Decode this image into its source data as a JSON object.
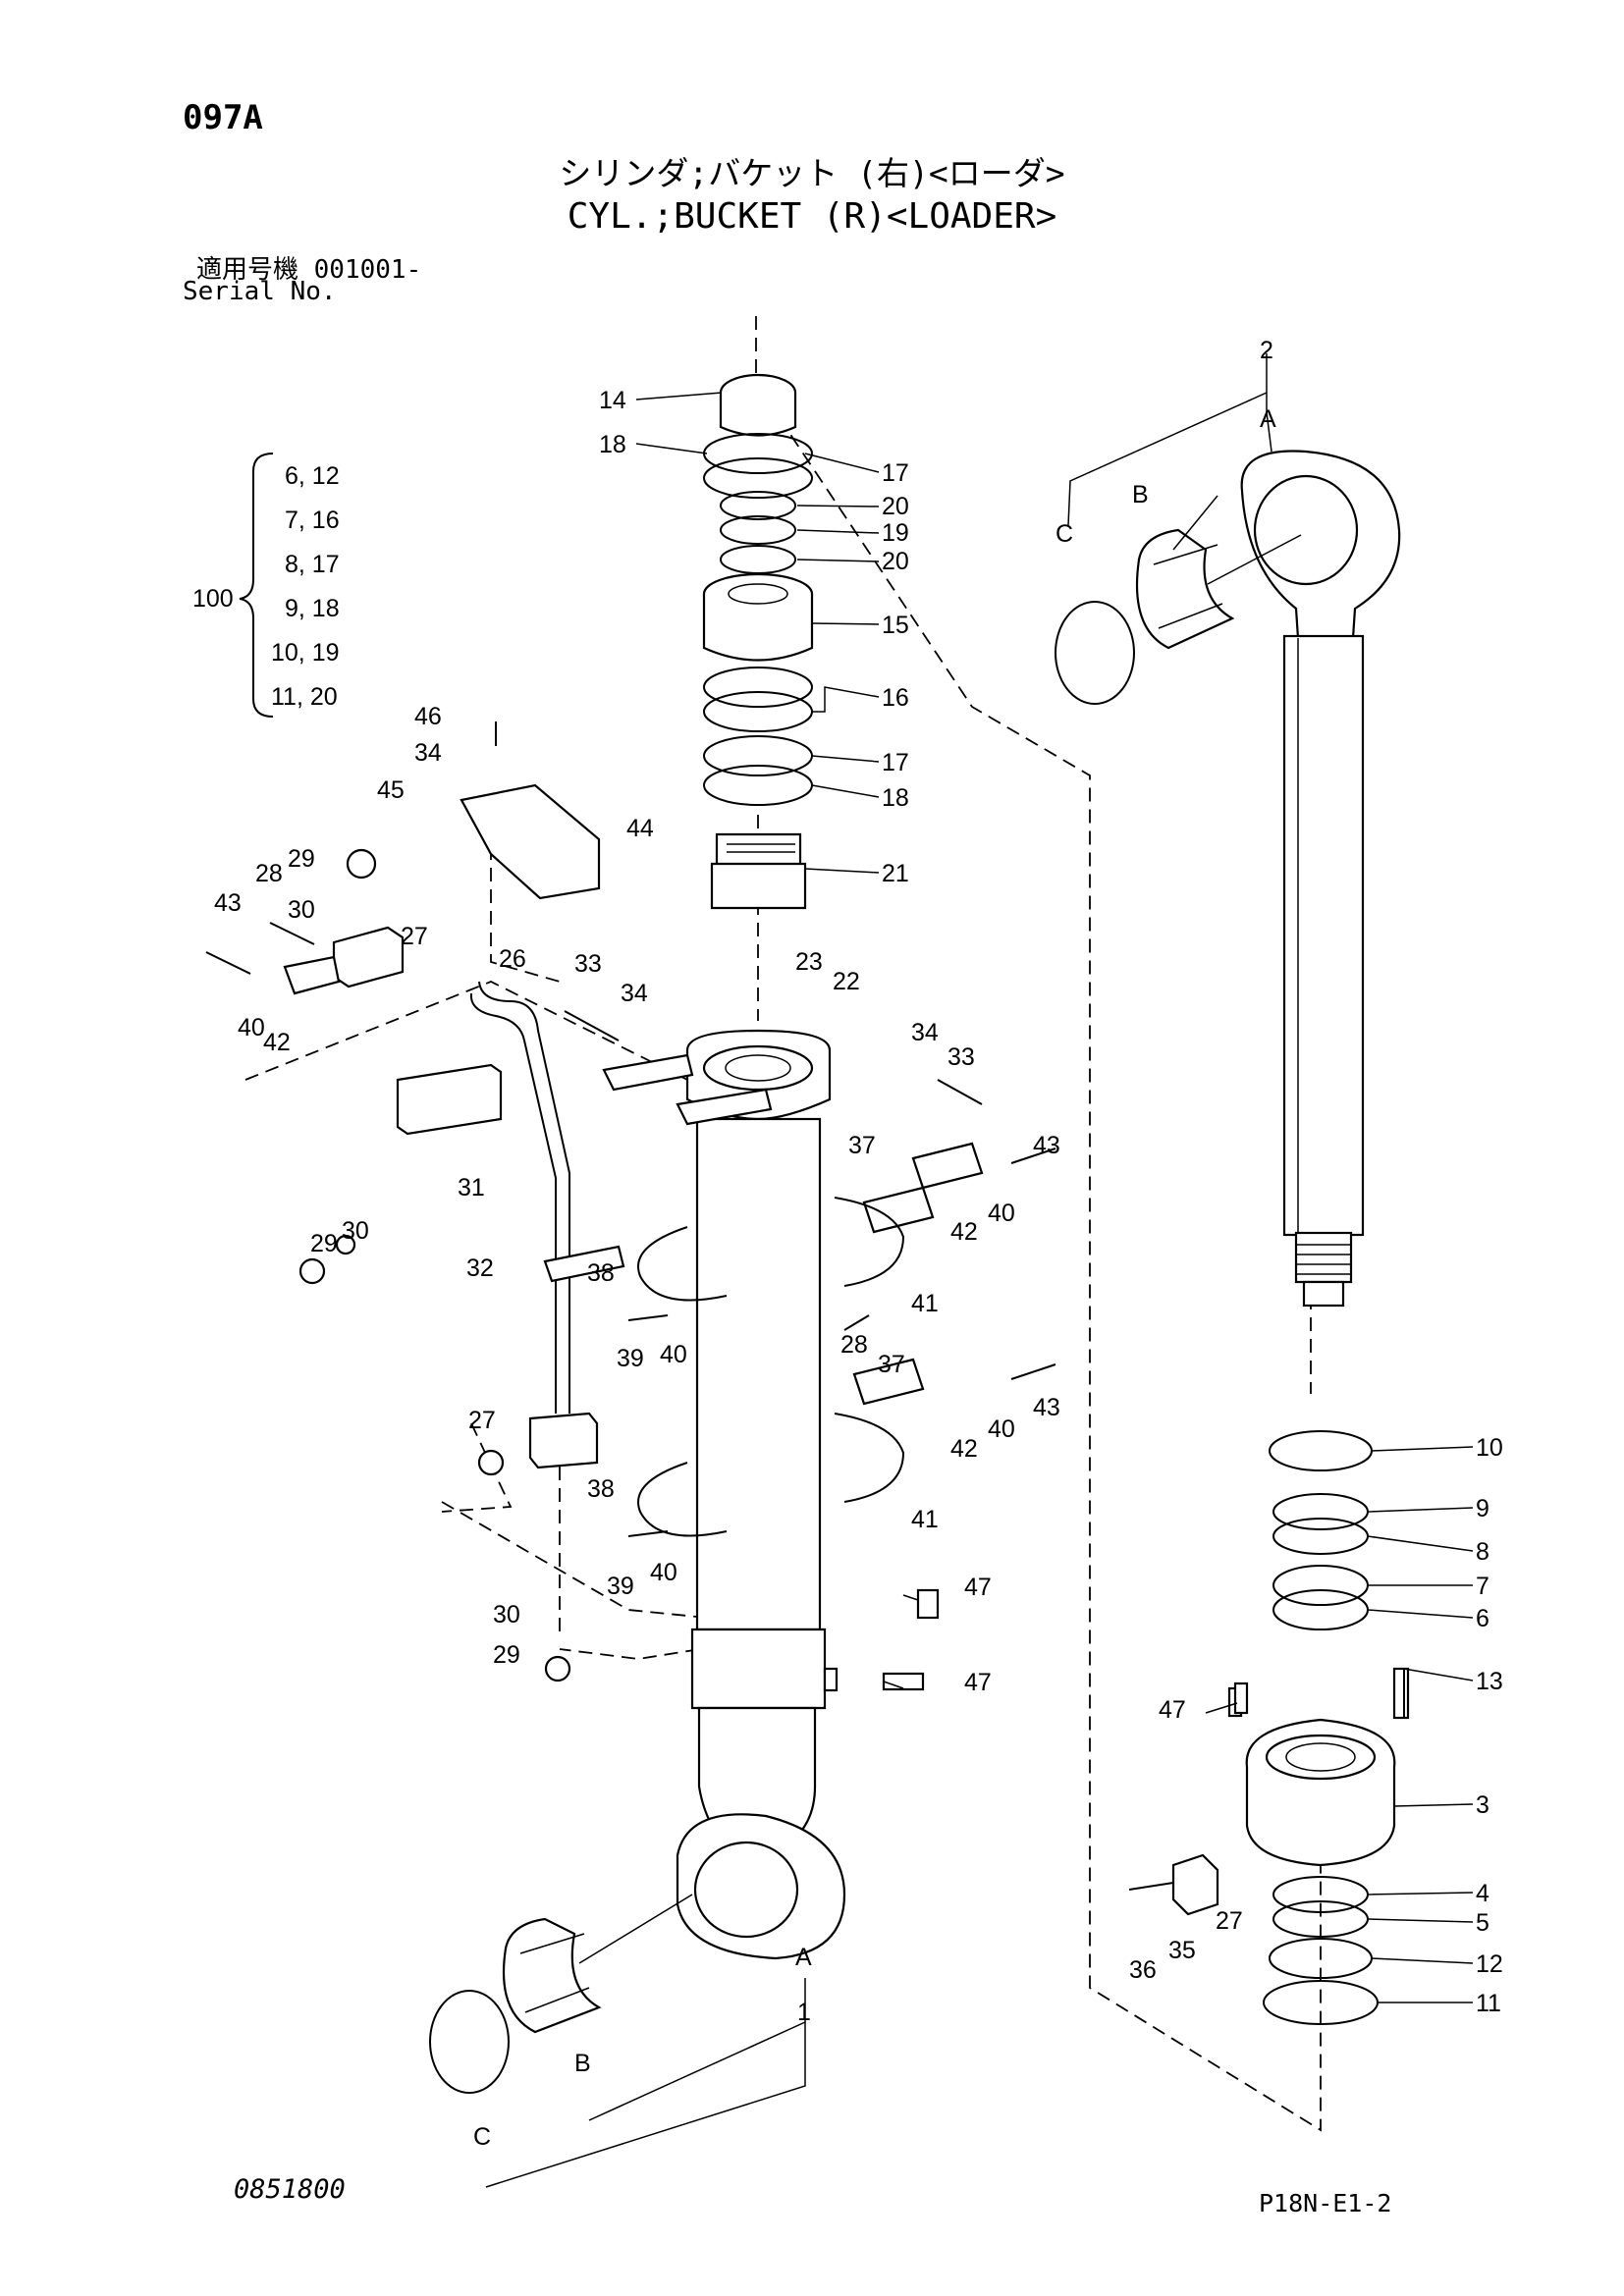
{
  "header": {
    "page_id": "097A",
    "title_jp": "シリンダ;バケット (右)<ローダ>",
    "title_en": "CYL.;BUCKET (R)<LOADER>",
    "serial_label_jp": "適用号機 001001-",
    "serial_label_en": "Serial No."
  },
  "footer": {
    "doc_number": "0851800",
    "page_ref": "P18N-E1-2"
  },
  "kit": {
    "label": "100",
    "pairs": [
      "6, 12",
      "7, 16",
      "8, 17",
      "9, 18",
      "10, 19",
      "11, 20"
    ]
  },
  "callouts": {
    "c14": "14",
    "c18a": "18",
    "c17a": "17",
    "c20a": "20",
    "c19": "19",
    "c20b": "20",
    "c15": "15",
    "c16": "16",
    "c17b": "17",
    "c18b": "18",
    "c21": "21",
    "c23": "23",
    "c22": "22",
    "c46": "46",
    "c34a": "34",
    "c45": "45",
    "c44": "44",
    "c29a": "29",
    "c28a": "28",
    "c30a": "30",
    "c43a": "43",
    "c27a": "27",
    "c26": "26",
    "c40a": "40",
    "c42a": "42",
    "c33a": "33",
    "c34b": "34",
    "c34c": "34",
    "c33b": "33",
    "c31": "31",
    "c29b": "29",
    "c30b": "30",
    "c37a": "37",
    "c43b": "43",
    "c40b": "40",
    "c42b": "42",
    "c32": "32",
    "c38a": "38",
    "c41a": "41",
    "c39a": "39",
    "c40c": "40",
    "c28b": "28",
    "c37b": "37",
    "c43c": "43",
    "c40d": "40",
    "c42c": "42",
    "c27b": "27",
    "c38b": "38",
    "c41b": "41",
    "c39b": "39",
    "c40e": "40",
    "c47a": "47",
    "c30c": "30",
    "c29c": "29",
    "c47b": "47",
    "cA1": "A",
    "c1": "1",
    "cB1": "B",
    "cC1": "C",
    "c2": "2",
    "cA2": "A",
    "cB2": "B",
    "cC2": "C",
    "c10": "10",
    "c9": "9",
    "c8": "8",
    "c7": "7",
    "c6": "6",
    "c13": "13",
    "c47c": "47",
    "c3": "3",
    "c4": "4",
    "c5": "5",
    "c27c": "27",
    "c35": "35",
    "c36": "36",
    "c12": "12",
    "c11": "11"
  }
}
